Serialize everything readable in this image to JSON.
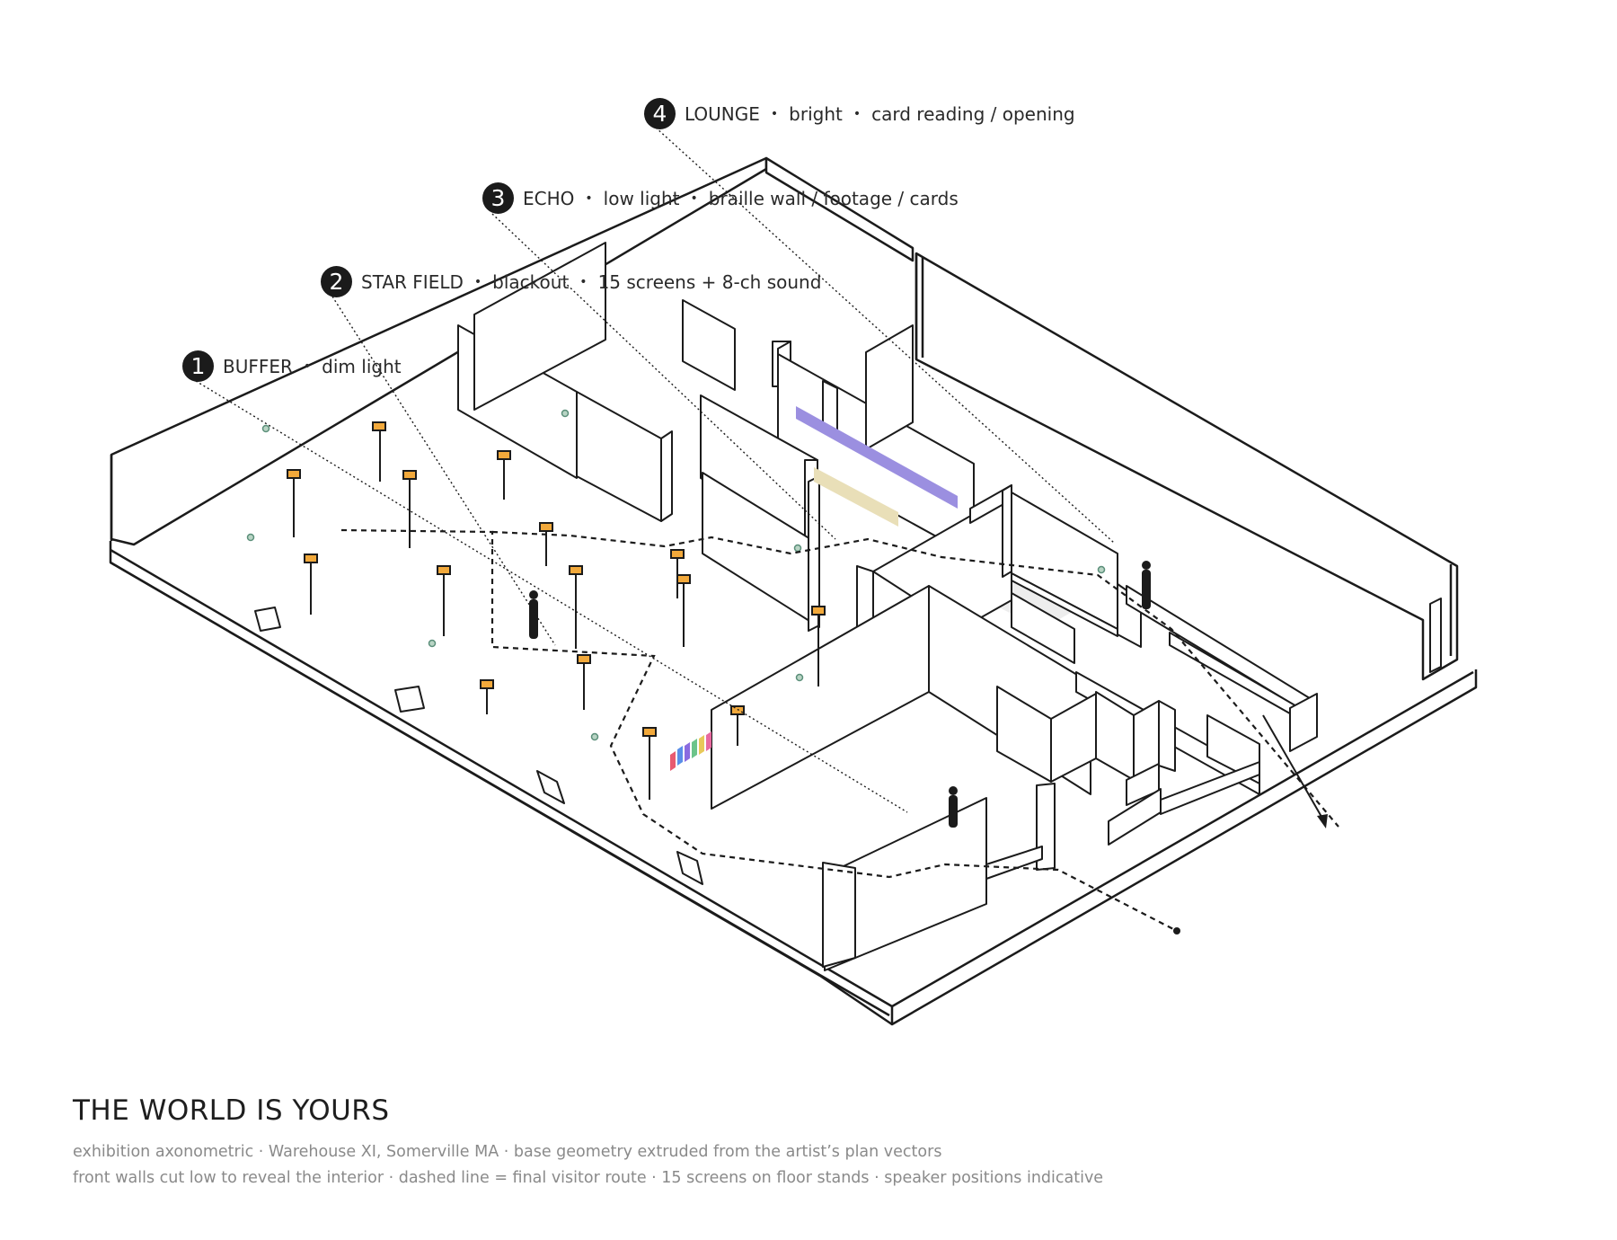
{
  "title": "THE WORLD IS YOURS",
  "captions": [
    "exhibition axonometric  ·  Warehouse XI, Somerville MA  ·  base geometry extruded from the artist’s plan vectors",
    "front walls cut low to reveal the interior  ·  dashed line = final visitor route  ·  15 screens on floor stands  ·  speaker positions indicative"
  ],
  "zones": [
    {
      "number": "1",
      "name": "BUFFER",
      "details": [
        "dim light"
      ]
    },
    {
      "number": "2",
      "name": "STAR FIELD",
      "details": [
        "blackout",
        "15 screens + 8-ch sound"
      ]
    },
    {
      "number": "3",
      "name": "ECHO",
      "details": [
        "low light",
        "braille wall / footage / cards"
      ]
    },
    {
      "number": "4",
      "name": "LOUNGE",
      "details": [
        "bright",
        "card reading / opening"
      ]
    }
  ],
  "colors": {
    "ink": "#1b1b1b",
    "screen_stand": "#f2a93b",
    "speaker_dot": "#5b8f7a",
    "braille_wall_band": "#9b8fe0",
    "footage_band": "#e9dfb8",
    "lounge_floor": "#ededed",
    "card_swatches": [
      "#e85a71",
      "#5a8ee8",
      "#8a6be0",
      "#6cc48a",
      "#e8c95a",
      "#e86aa0"
    ]
  },
  "legend": {
    "visitor_route": "dashed line",
    "screens": "orange markers on floor stands",
    "speakers": "small green dots"
  }
}
